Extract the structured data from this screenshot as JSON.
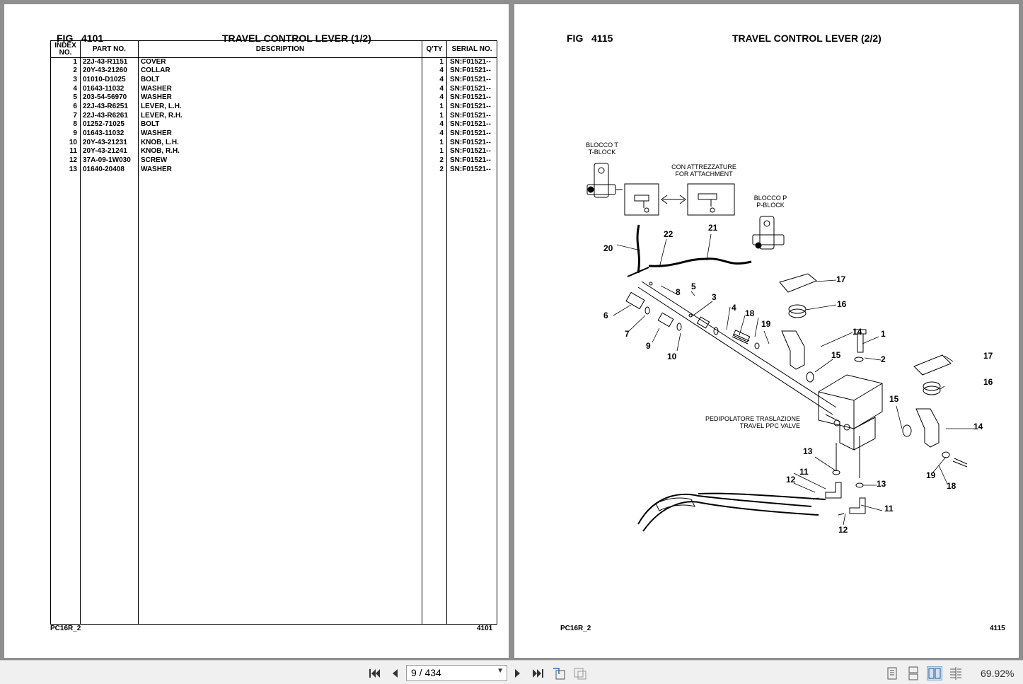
{
  "left_page": {
    "fig_label": "FIG",
    "fig_number": "4101",
    "title": "TRAVEL CONTROL LEVER (1/2)",
    "columns": {
      "index": [
        "INDEX",
        "NO."
      ],
      "part_no": "PART NO.",
      "description": "DESCRIPTION",
      "qty": "Q'TY",
      "serial": "SERIAL NO."
    },
    "rows": [
      {
        "idx": "1",
        "part": "22J-43-R1151",
        "desc": "COVER",
        "qty": "1",
        "serial": "SN:F01521--"
      },
      {
        "idx": "2",
        "part": "20Y-43-21260",
        "desc": "COLLAR",
        "qty": "4",
        "serial": "SN:F01521--"
      },
      {
        "idx": "3",
        "part": "01010-D1025",
        "desc": "BOLT",
        "qty": "4",
        "serial": "SN:F01521--"
      },
      {
        "idx": "4",
        "part": "01643-11032",
        "desc": "WASHER",
        "qty": "4",
        "serial": "SN:F01521--"
      },
      {
        "idx": "5",
        "part": "203-54-56970",
        "desc": "WASHER",
        "qty": "4",
        "serial": "SN:F01521--"
      },
      {
        "idx": "6",
        "part": "22J-43-R6251",
        "desc": "LEVER, L.H.",
        "qty": "1",
        "serial": "SN:F01521--"
      },
      {
        "idx": "7",
        "part": "22J-43-R6261",
        "desc": "LEVER, R.H.",
        "qty": "1",
        "serial": "SN:F01521--"
      },
      {
        "idx": "8",
        "part": "01252-71025",
        "desc": "BOLT",
        "qty": "4",
        "serial": "SN:F01521--"
      },
      {
        "idx": "9",
        "part": "01643-11032",
        "desc": "WASHER",
        "qty": "4",
        "serial": "SN:F01521--"
      },
      {
        "idx": "10",
        "part": "20Y-43-21231",
        "desc": "KNOB, L.H.",
        "qty": "1",
        "serial": "SN:F01521--"
      },
      {
        "idx": "11",
        "part": "20Y-43-21241",
        "desc": "KNOB, R.H.",
        "qty": "1",
        "serial": "SN:F01521--"
      },
      {
        "idx": "12",
        "part": "37A-09-1W030",
        "desc": "SCREW",
        "qty": "2",
        "serial": "SN:F01521--"
      },
      {
        "idx": "13",
        "part": "01640-20408",
        "desc": "WASHER",
        "qty": "2",
        "serial": "SN:F01521--"
      }
    ],
    "footer_model": "PC16R_2",
    "footer_page": "4101"
  },
  "right_page": {
    "fig_label": "FIG",
    "fig_number": "4115",
    "title": "TRAVEL CONTROL LEVER (2/2)",
    "footer_model": "PC16R_2",
    "footer_page": "4115",
    "diagram": {
      "labels": {
        "t_block_it": "BLOCCO T",
        "t_block_en": "T-BLOCK",
        "attach_it": "CON ATTREZZATURE",
        "attach_en": "FOR ATTACHMENT",
        "p_block_it": "BLOCCO P",
        "p_block_en": "P-BLOCK",
        "valve_it": "PEDIPOLATORE TRASLAZIONE",
        "valve_en": "TRAVEL PPC VALVE"
      },
      "callouts": [
        "20",
        "22",
        "21",
        "17",
        "16",
        "5",
        "8",
        "3",
        "4",
        "18",
        "19",
        "6",
        "7",
        "9",
        "10",
        "14",
        "1",
        "2",
        "15",
        "17",
        "16",
        "15",
        "14",
        "13",
        "19",
        "18",
        "11",
        "12",
        "13",
        "11",
        "12"
      ]
    }
  },
  "toolbar": {
    "page_indicator": "9 / 434",
    "zoom": "69.92%",
    "icons": [
      "first-page-icon",
      "prev-page-icon",
      "next-page-icon",
      "last-page-icon",
      "rotate-icon",
      "fit-icon",
      "single-page-icon",
      "continuous-icon",
      "two-page-icon",
      "scroll-icon"
    ]
  }
}
